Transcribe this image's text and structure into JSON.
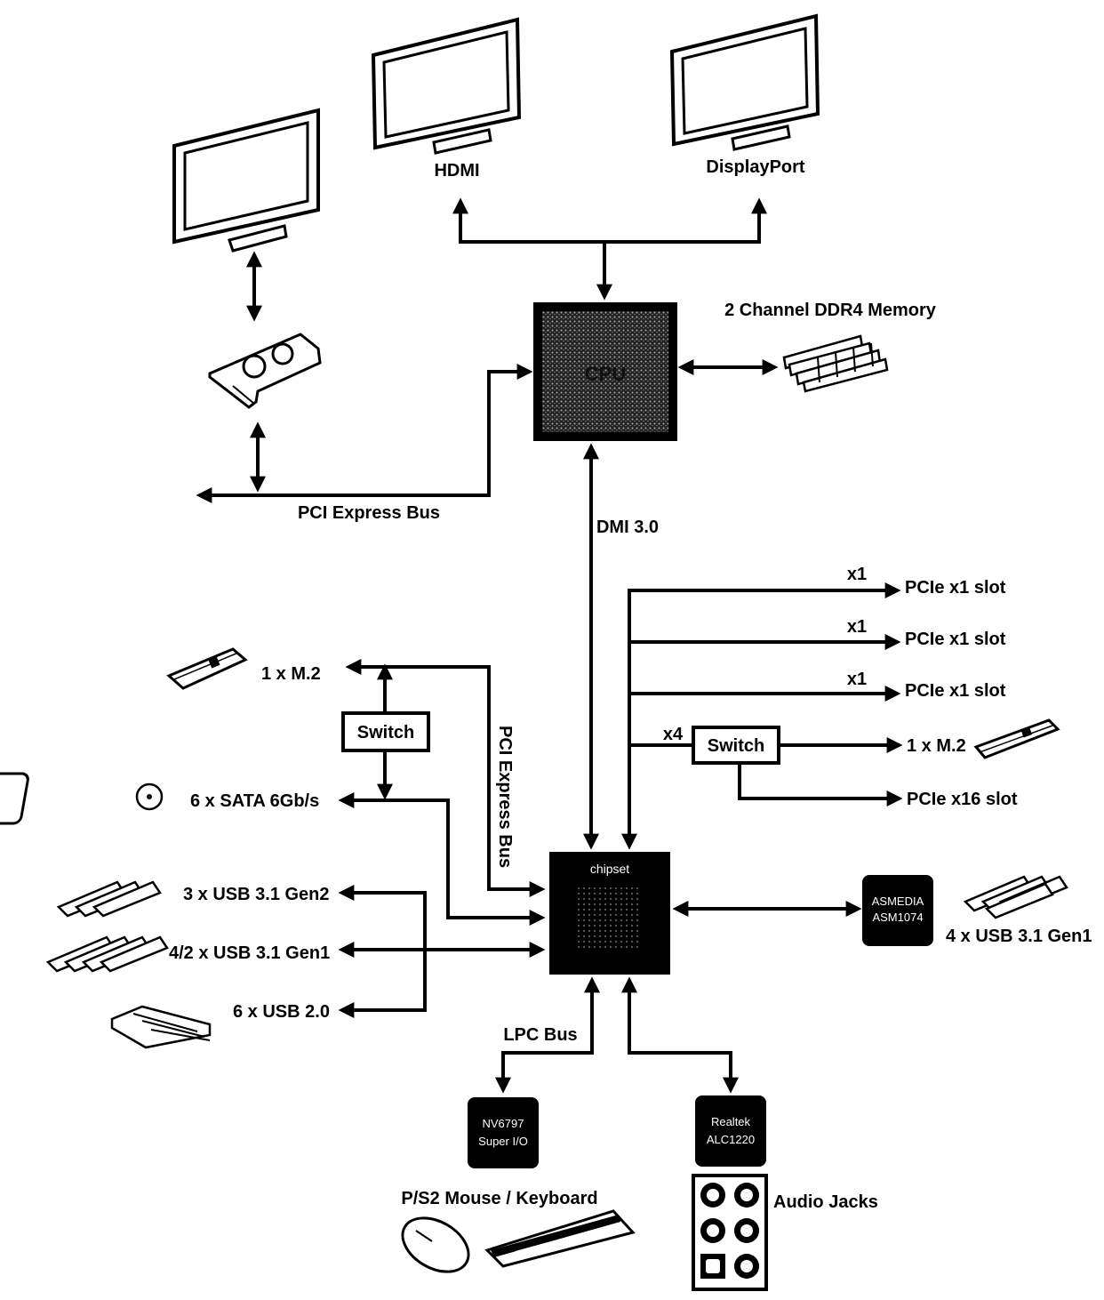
{
  "labels": {
    "hdmi": "HDMI",
    "displayport": "DisplayPort",
    "memory": "2 Channel DDR4 Memory",
    "cpu": "CPU",
    "pci_express_bus_top": "PCI Express Bus",
    "dmi": "DMI 3.0",
    "pcie_x1_slot_1": "PCIe x1 slot",
    "pcie_x1_slot_2": "PCIe x1 slot",
    "pcie_x1_slot_3": "PCIe x1 slot",
    "x1_a": "x1",
    "x1_b": "x1",
    "x1_c": "x1",
    "x4": "x4",
    "switch_right": "Switch",
    "m2_right": "1 x M.2",
    "pcie_x16_slot": "PCIe x16 slot",
    "m2_left": "1 x M.2",
    "switch_left": "Switch",
    "sata": "6 x SATA 6Gb/s",
    "pci_express_bus_vertical": "PCI Express Bus",
    "usb31_gen2": "3 x USB 3.1 Gen2",
    "usb31_gen1_left": "4/2 x USB 3.1 Gen1",
    "usb20": "6 x USB 2.0",
    "chipset": "chipset",
    "asmedia_line1": "ASMEDIA",
    "asmedia_line2": "ASM1074",
    "usb31_gen1_right": "4 x USB 3.1 Gen1",
    "lpc_bus": "LPC Bus",
    "superio_line1": "NV6797",
    "superio_line2": "Super I/O",
    "realtek_line1": "Realtek",
    "realtek_line2": "ALC1220",
    "ps2": "P/S2 Mouse / Keyboard",
    "audio_jacks": "Audio Jacks"
  }
}
